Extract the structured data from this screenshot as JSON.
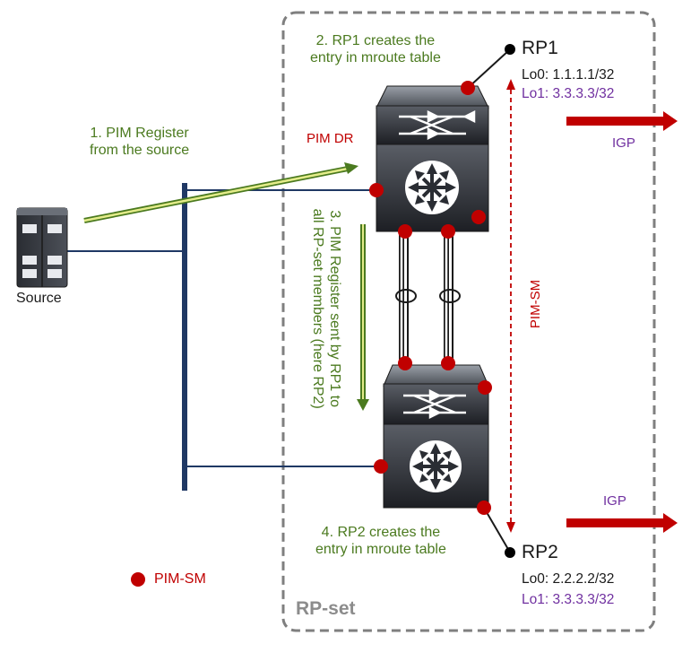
{
  "labels": {
    "step1_line1": "1. PIM Register",
    "step1_line2": "from the source",
    "step2_line1": "2. RP1 creates the",
    "step2_line2": "entry in mroute table",
    "step3_line1": "3. PIM Register sent by RP1 to",
    "step3_line2": "all RP-set members (here RP2)",
    "step4_line1": "4. RP2 creates the",
    "step4_line2": "entry in mroute table",
    "pim_dr": "PIM DR",
    "rp1": "RP1",
    "rp1_lo0": "Lo0: 1.1.1.1/32",
    "rp1_lo1": "Lo1: 3.3.3.3/32",
    "rp2": "RP2",
    "rp2_lo0": "Lo0: 2.2.2.2/32",
    "rp2_lo1": "Lo1: 3.3.3.3/32",
    "igp_top": "IGP",
    "igp_bottom": "IGP",
    "pim_sm_vertical": "PIM-SM",
    "source": "Source",
    "legend_pim_sm": "PIM-SM",
    "rp_set": "RP-set"
  },
  "colors": {
    "green": "#4b7a1f",
    "red": "#c00000",
    "purple": "#7030a0",
    "navy": "#1f3864",
    "dash_grey": "#7f7f7f"
  },
  "icons": {
    "source_device": "server-icon",
    "router": "router-switch-icon",
    "interface_dot": "pim-interface-dot"
  }
}
